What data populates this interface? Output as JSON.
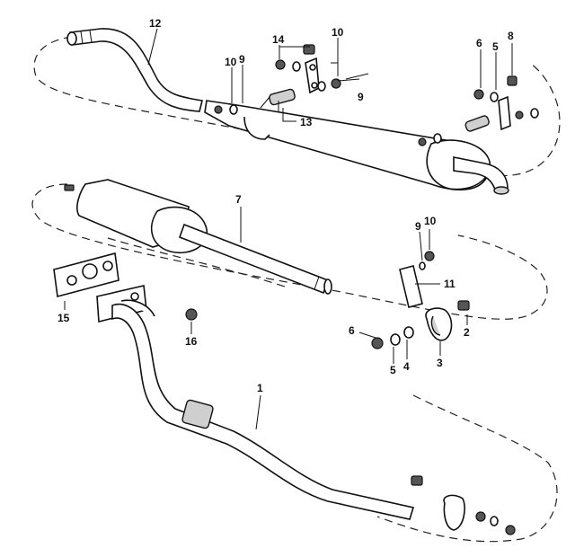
{
  "callouts": {
    "c1": "1",
    "c2": "2",
    "c3": "3",
    "c4": "4",
    "c5": "5",
    "c6": "6",
    "c7": "7",
    "c8": "8",
    "c9": "9",
    "c10": "10",
    "c11": "11",
    "c12": "12",
    "c13": "13",
    "c14": "14",
    "c15": "15",
    "c16": "16",
    "c5b": "5",
    "c6b": "6",
    "c9b": "9",
    "c9c": "9",
    "c10b": "10",
    "c10c": "10"
  }
}
